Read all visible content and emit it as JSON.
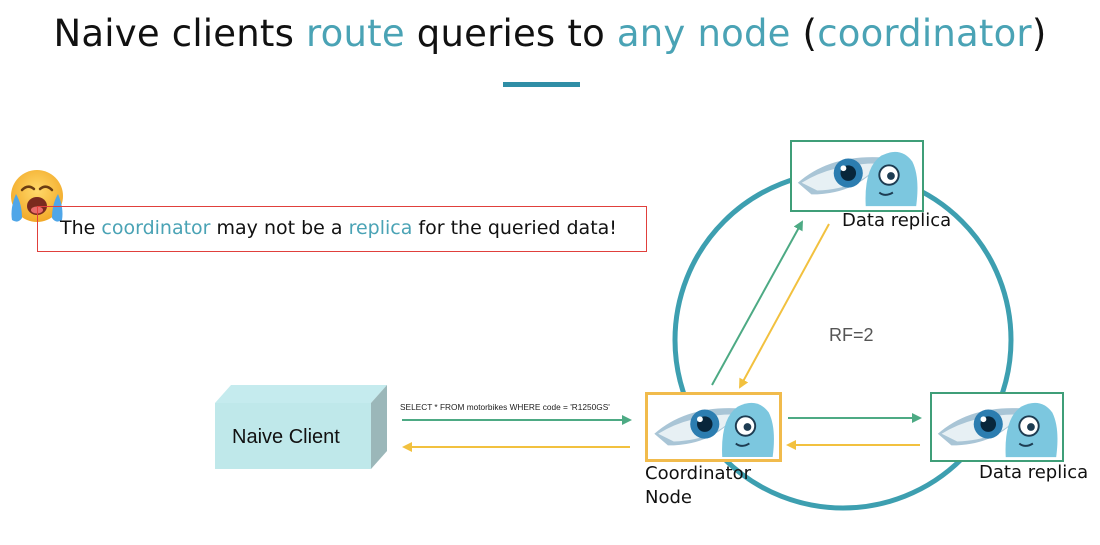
{
  "title": {
    "part1": "Naive clients ",
    "part2": "route",
    "part3": " queries to ",
    "part4": "any node",
    "part5": " (",
    "part6": "coordinator",
    "part7": ")"
  },
  "warning": {
    "part1": "The ",
    "part2": "coordinator",
    "part3": " may not be a ",
    "part4": "replica",
    "part5": " for the queried data!"
  },
  "client": {
    "label": "Naive Client"
  },
  "query": {
    "text": "SELECT * FROM motorbikes WHERE code = 'R1250GS'"
  },
  "nodes": {
    "coordinator": {
      "line1": "Coordinator",
      "line2": "Node"
    },
    "top_replica": {
      "label": "Data replica"
    },
    "right_replica": {
      "label": "Data replica"
    }
  },
  "ring": {
    "label": "RF=2"
  },
  "colors": {
    "accent": "#4aa3b5",
    "ring": "#3d9fb0",
    "request_arrow": "#4daa84",
    "response_arrow": "#f2c13f",
    "warning_border": "#e0403c"
  },
  "icons": {
    "emoji": "crying-face-icon",
    "node": "eye-octopus-node-icon"
  }
}
